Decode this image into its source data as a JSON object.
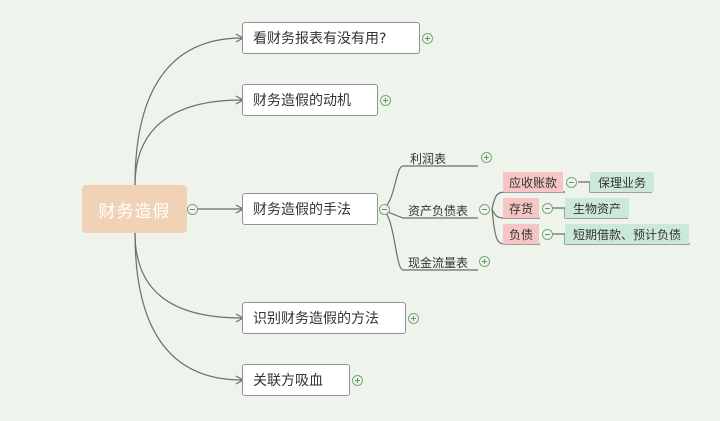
{
  "root": {
    "label": "财务造假"
  },
  "branches": [
    {
      "label": "看财务报表有没有用?",
      "collapsed": true
    },
    {
      "label": "财务造假的动机",
      "collapsed": true
    },
    {
      "label": "财务造假的手法",
      "collapsed": false
    },
    {
      "label": "识别财务造假的方法",
      "collapsed": true
    },
    {
      "label": "关联方吸血",
      "collapsed": true
    }
  ],
  "methods": [
    {
      "label": "利润表",
      "collapsed": true
    },
    {
      "label": "资产负债表",
      "collapsed": false
    },
    {
      "label": "现金流量表",
      "collapsed": true
    }
  ],
  "balance_items": [
    {
      "label": "应收账款",
      "detail": "保理业务"
    },
    {
      "label": "存货",
      "detail": "生物资产"
    },
    {
      "label": "负债",
      "detail": "短期借款、预计负债"
    }
  ],
  "colors": {
    "background": "#eef3ec",
    "root_fill": "#f2d2b6",
    "item_fill": "#f5c6c4",
    "detail_fill": "#cce9d8",
    "connector": "#6b6f6e",
    "toggle": "#79a879"
  }
}
